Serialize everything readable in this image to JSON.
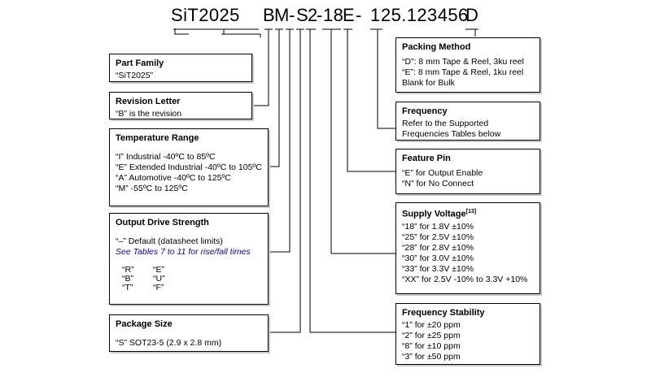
{
  "part_number": {
    "segments": [
      "SiT2025",
      "B",
      "M",
      "-",
      "S",
      "2",
      "-",
      "18",
      "E",
      "-",
      "1",
      "25.123456",
      "D"
    ]
  },
  "boxes": {
    "part_family": {
      "title": "Part Family",
      "lines": [
        "“SiT2025”"
      ]
    },
    "revision_letter": {
      "title": "Revision Letter",
      "lines": [
        "“B” is the revision"
      ]
    },
    "temperature_range": {
      "title": "Temperature Range",
      "lines": [
        "“I” Industrial -40ºC to 85ºC",
        "“E” Extended Industrial -40ºC to 105ºC",
        "“A” Automotive -40ºC to 125ºC",
        "“M” -55ºC to 125ºC"
      ]
    },
    "output_drive_strength": {
      "title": "Output Drive Strength",
      "lines": [
        "“–” Default (datasheet limits)"
      ],
      "note": "See Tables 7 to 11 for rise/fall times",
      "codes": [
        "“R”",
        "“E”",
        "“B”",
        "“U”",
        "“T”",
        "“F”"
      ]
    },
    "package_size": {
      "title": "Package Size",
      "lines": [
        "“S” SOT23-5 (2.9 x 2.8 mm)"
      ]
    },
    "packing_method": {
      "title": "Packing Method",
      "lines": [
        "“D”: 8 mm Tape & Reel, 3ku reel",
        "“E”: 8 mm Tape & Reel, 1ku reel",
        "Blank for Bulk"
      ]
    },
    "frequency": {
      "title": "Frequency",
      "lines": [
        "Refer to the Supported",
        "Frequencies Tables below"
      ]
    },
    "feature_pin": {
      "title": "Feature Pin",
      "lines": [
        "“E” for Output Enable",
        "“N” for No Connect"
      ]
    },
    "supply_voltage": {
      "title": "Supply Voltage",
      "title_sup": "[13]",
      "lines": [
        "“18” for 1.8V ±10%",
        "“25” for 2.5V ±10%",
        "“28” for 2.8V ±10%",
        "“30” for 3.0V ±10%",
        "“33” for 3.3V ±10%",
        "“XX” for 2.5V -10% to 3.3V +10%"
      ]
    },
    "frequency_stability": {
      "title": "Frequency Stability",
      "lines": [
        "“1” for ±20 ppm",
        "“2” for ±25 ppm",
        "“8” for ±10 ppm",
        "“3” for ±50 ppm"
      ]
    }
  }
}
